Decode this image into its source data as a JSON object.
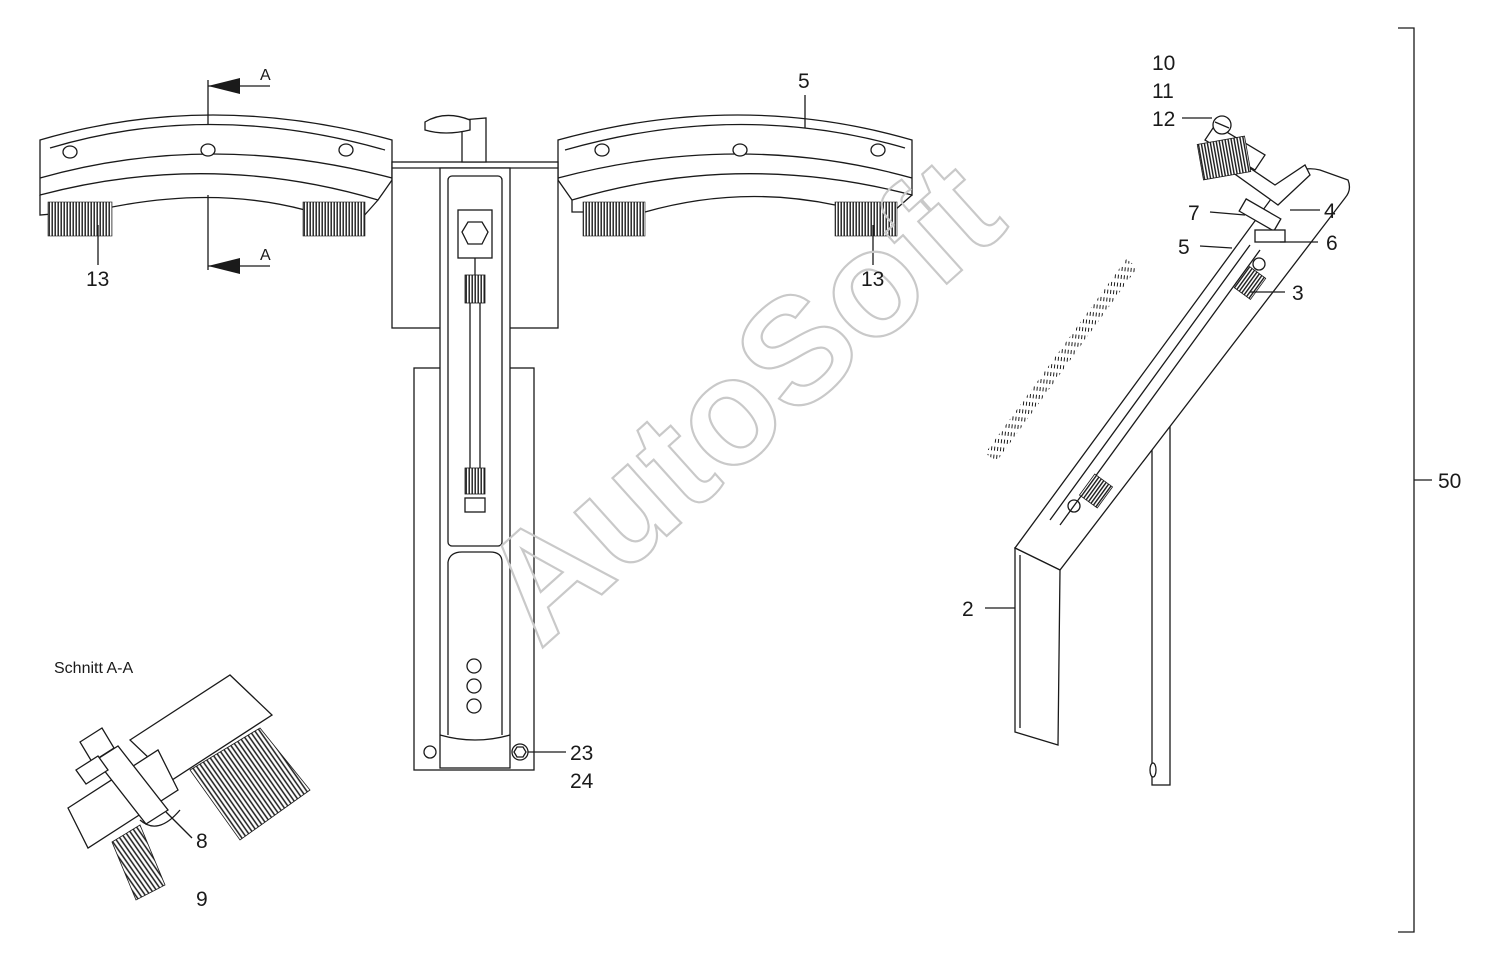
{
  "watermark": "AutoSoft",
  "section_title": "Schnitt A-A",
  "section_marker": "A",
  "labels": {
    "p5_top": "5",
    "p13_left": "13",
    "p13_right": "13",
    "p23": "23",
    "p24": "24",
    "p8": "8",
    "p9": "9",
    "p10": "10",
    "p11": "11",
    "p12": "12",
    "p7": "7",
    "p4": "4",
    "p5_side": "5",
    "p6": "6",
    "p3": "3",
    "p2": "2",
    "p50": "50"
  }
}
